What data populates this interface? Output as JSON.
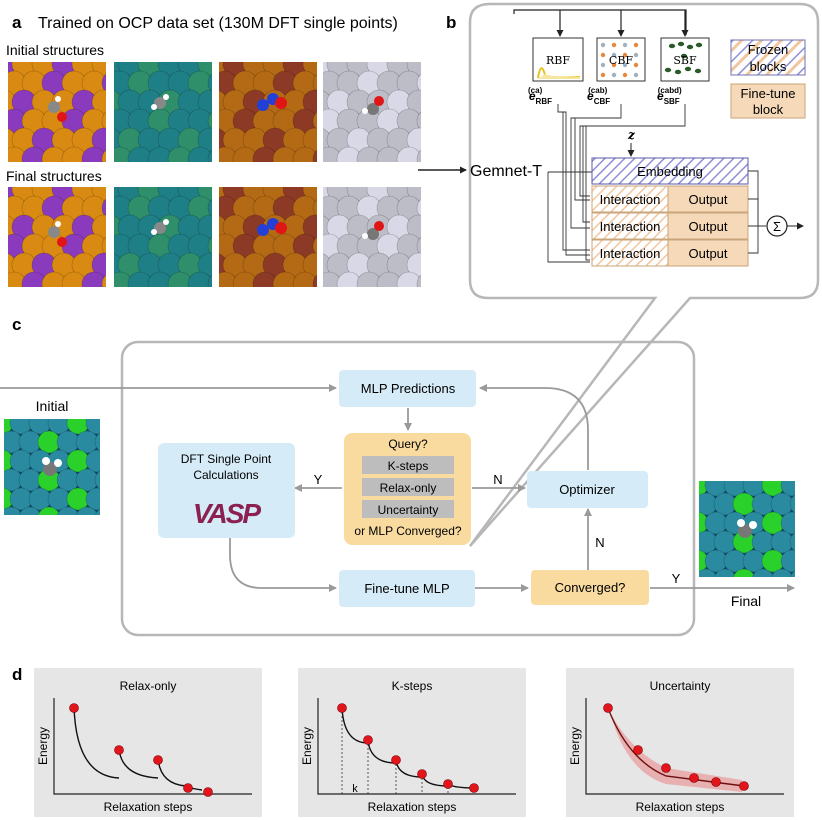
{
  "panel_a": {
    "letter": "a",
    "title": "Trained on OCP data set (130M DFT single points)",
    "initial_label": "Initial structures",
    "final_label": "Final structures"
  },
  "panel_b": {
    "letter": "b",
    "model_label": "Gemnet-T",
    "basis": [
      {
        "name": "RBF",
        "sym": "e",
        "sub": "RBF",
        "sup": "(ca)"
      },
      {
        "name": "CBF",
        "sym": "e",
        "sub": "CBF",
        "sup": "(cab)"
      },
      {
        "name": "SBF",
        "sym": "e",
        "sub": "SBF",
        "sup": "(cabd)"
      }
    ],
    "z_label": "z",
    "embedding": "Embedding",
    "interaction": "Interaction",
    "output": "Output",
    "sum_symbol": "Σ",
    "legend_frozen": [
      "Frozen",
      "blocks"
    ],
    "legend_finetune": [
      "Fine-tune",
      "block"
    ]
  },
  "panel_c": {
    "letter": "c",
    "initial": "Initial",
    "final": "Final",
    "mlp_predictions": "MLP Predictions",
    "dft_title": [
      "DFT Single Point",
      "Calculations"
    ],
    "vasp_logo": "VASP",
    "query_title": "Query?",
    "query_options": [
      "K-steps",
      "Relax-only",
      "Uncertainty"
    ],
    "query_footer": "or MLP Converged?",
    "optimizer": "Optimizer",
    "finetune": "Fine-tune MLP",
    "converged": "Converged?",
    "yes": "Y",
    "no": "N"
  },
  "panel_d": {
    "letter": "d",
    "plots": [
      {
        "title": "Relax-only",
        "ylabel": "Energy",
        "xlabel": "Relaxation steps",
        "k_label": ""
      },
      {
        "title": "K-steps",
        "ylabel": "Energy",
        "xlabel": "Relaxation steps",
        "k_label": "k"
      },
      {
        "title": "Uncertainty",
        "ylabel": "Energy",
        "xlabel": "Relaxation steps",
        "k_label": ""
      }
    ]
  },
  "colors": {
    "panel_box": "#b7b7b7",
    "blue_box": "#d6ebf8",
    "orange_box": "#f9dba0",
    "grey_option": "#bdbdbd",
    "plot_bg": "#e6e6e6",
    "red_point": "#e2141c",
    "frozen_hatch": "#8f8fd8",
    "finetune_fill": "#f5d9b8",
    "arrow": "#9a9a9a"
  }
}
